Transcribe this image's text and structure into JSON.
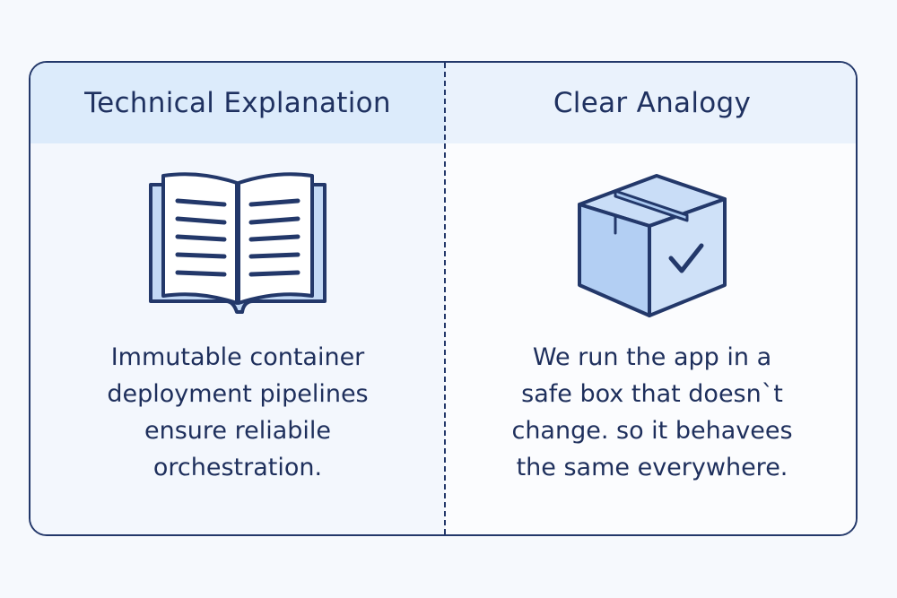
{
  "left": {
    "title": "Technical Explanation",
    "icon": "open-book-icon",
    "lines": [
      "Immutable container",
      "deployment pipelines",
      "ensure reliabile",
      "orchestration."
    ]
  },
  "right": {
    "title": "Clear Analogy",
    "icon": "box-check-icon",
    "lines": [
      "We run the app in a",
      "safe box that doesn`t",
      "change. so it behavees",
      "the same everywhere."
    ]
  },
  "colors": {
    "outline": "#23386a",
    "header_left": "#dcebfb",
    "header_right": "#eaf2fc",
    "accent_fill": "#b9d3f5"
  }
}
